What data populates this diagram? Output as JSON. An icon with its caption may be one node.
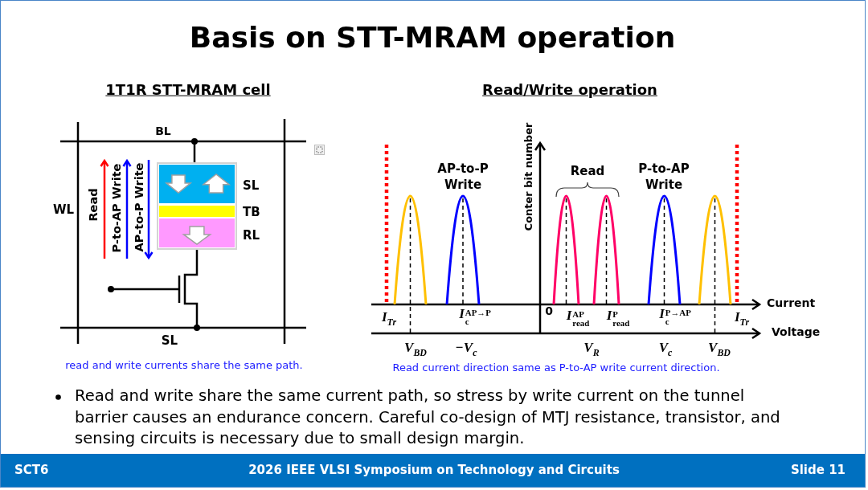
{
  "diagram": {
    "title": "Basis on STT-MRAM operation",
    "labels": [
      "1T1R STT-MRAM cell",
      "BL",
      "WL",
      "Read",
      "P-to-AP Write",
      "AP-to-P Write",
      "SL",
      "TB",
      "RL",
      "SL",
      "read and write currents share the same path.",
      "Read/Write operation",
      "Conter bit number",
      "AP-to-P Write",
      "Read",
      "P-to-AP Write",
      "Current",
      "I$_{Tr}$",
      "I$_{c}$$^{AP→P}$",
      "0",
      "I$_{read}$$^{AP}$",
      "I$_{read}$$^{P}$",
      "I$_{c}$$^{P→AP}$",
      "I$_{Tr}$",
      "Voltage",
      "V$_{BD}$",
      "−V$_{c}$",
      "V$_{R}$",
      "V$_{c}$",
      "V$_{BD}$",
      "Read current direction same as P-to-AP write current direction.",
      "Read and write share the same current path, so stress by write current on the tunnel barrier causes an endurance concern. Careful co-design of MTJ resistance, transistor, and sensing circuits is necessary due to small design margin.",
      "SCT6",
      "2026 IEEE VLSI Symposium on Technology and Circuits",
      "Slide 11"
    ]
  }
}
